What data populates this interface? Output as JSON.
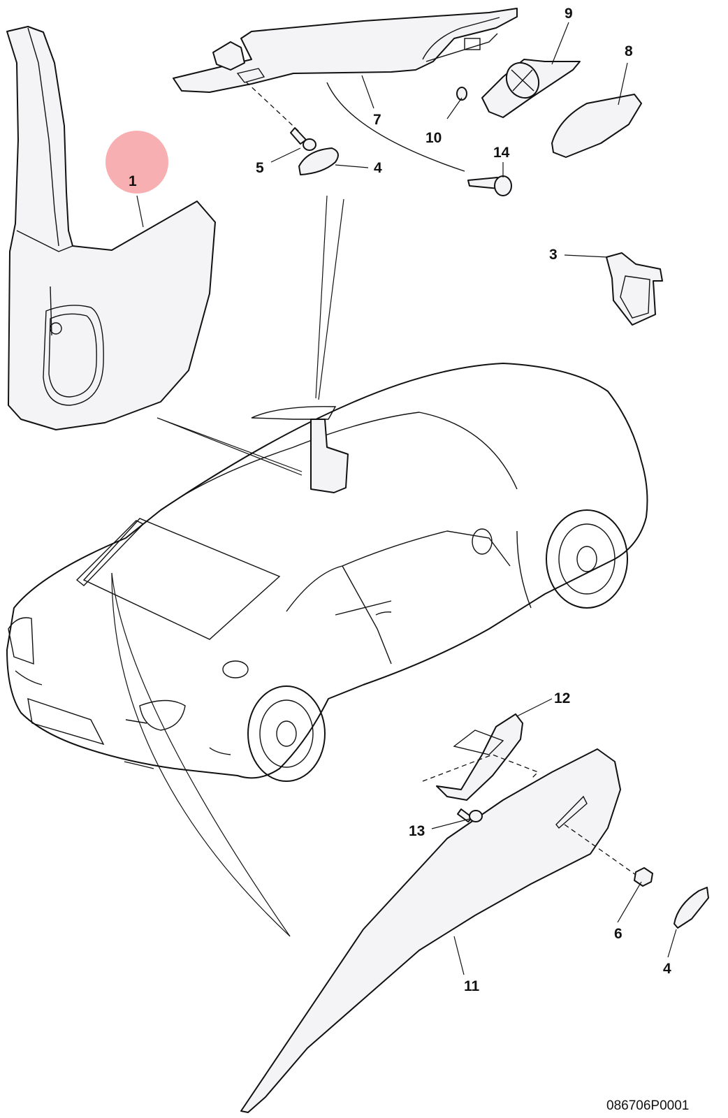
{
  "callouts": {
    "c1": "1",
    "c3": "3",
    "c4a": "4",
    "c4b": "4",
    "c5": "5",
    "c6": "6",
    "c7": "7",
    "c8": "8",
    "c9": "9",
    "c10": "10",
    "c11": "11",
    "c12": "12",
    "c13": "13",
    "c14": "14"
  },
  "reference_number": "086706P0001",
  "highlight_color": "#f7a6a8"
}
